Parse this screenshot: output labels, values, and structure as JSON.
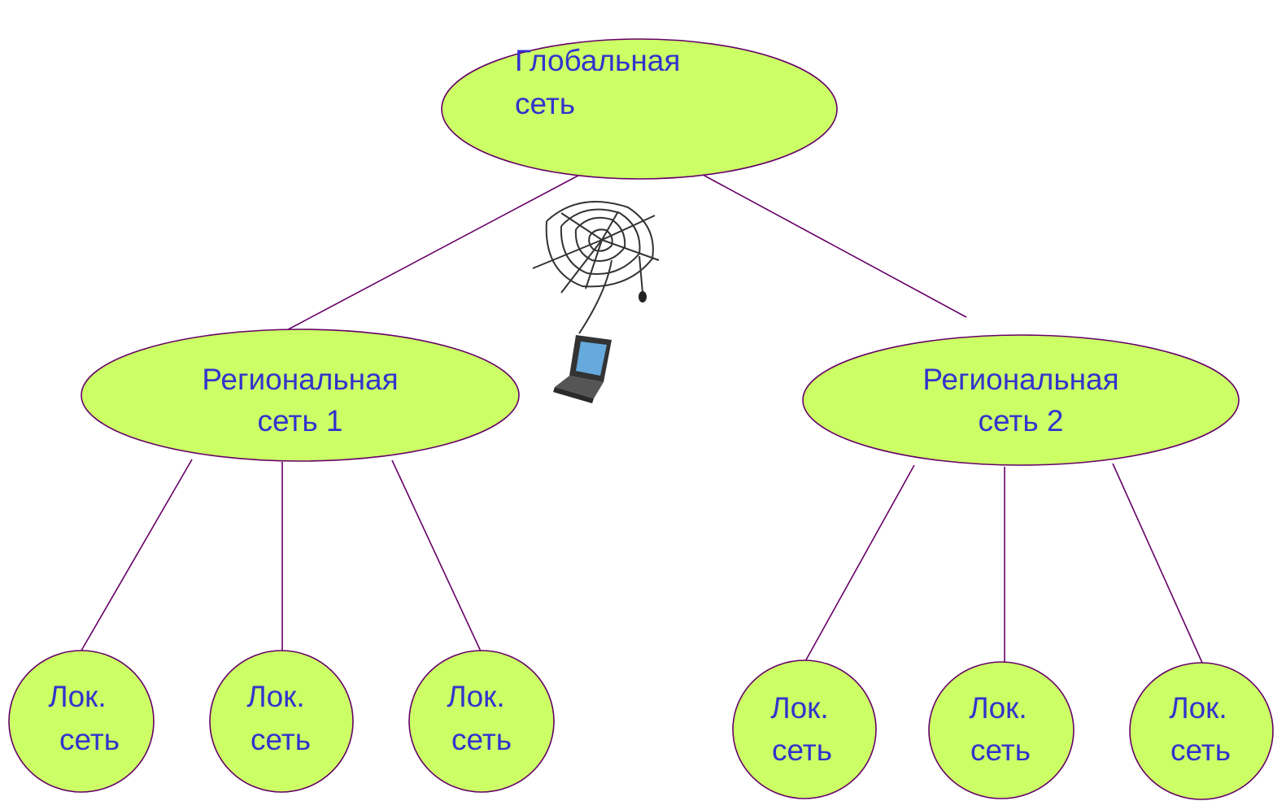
{
  "global_node": {
    "line1": "Глобальная",
    "line2": "сеть"
  },
  "regional_nodes": [
    {
      "line1": "Региональная",
      "line2": "сеть 1"
    },
    {
      "line1": "Региональная",
      "line2": "сеть 2"
    }
  ],
  "local_nodes": [
    {
      "line1": "Лок.",
      "line2": "сеть"
    },
    {
      "line1": "Лок.",
      "line2": "сеть"
    },
    {
      "line1": "Лок.",
      "line2": "сеть"
    },
    {
      "line1": "Лок.",
      "line2": "сеть"
    },
    {
      "line1": "Лок.",
      "line2": "сеть"
    },
    {
      "line1": "Лок.",
      "line2": "сеть"
    }
  ],
  "colors": {
    "node_fill": "#ccff66",
    "node_stroke": "#660066",
    "text": "#3333cc",
    "edge": "#660066"
  },
  "icons": [
    "spider-web-icon",
    "laptop-icon"
  ]
}
